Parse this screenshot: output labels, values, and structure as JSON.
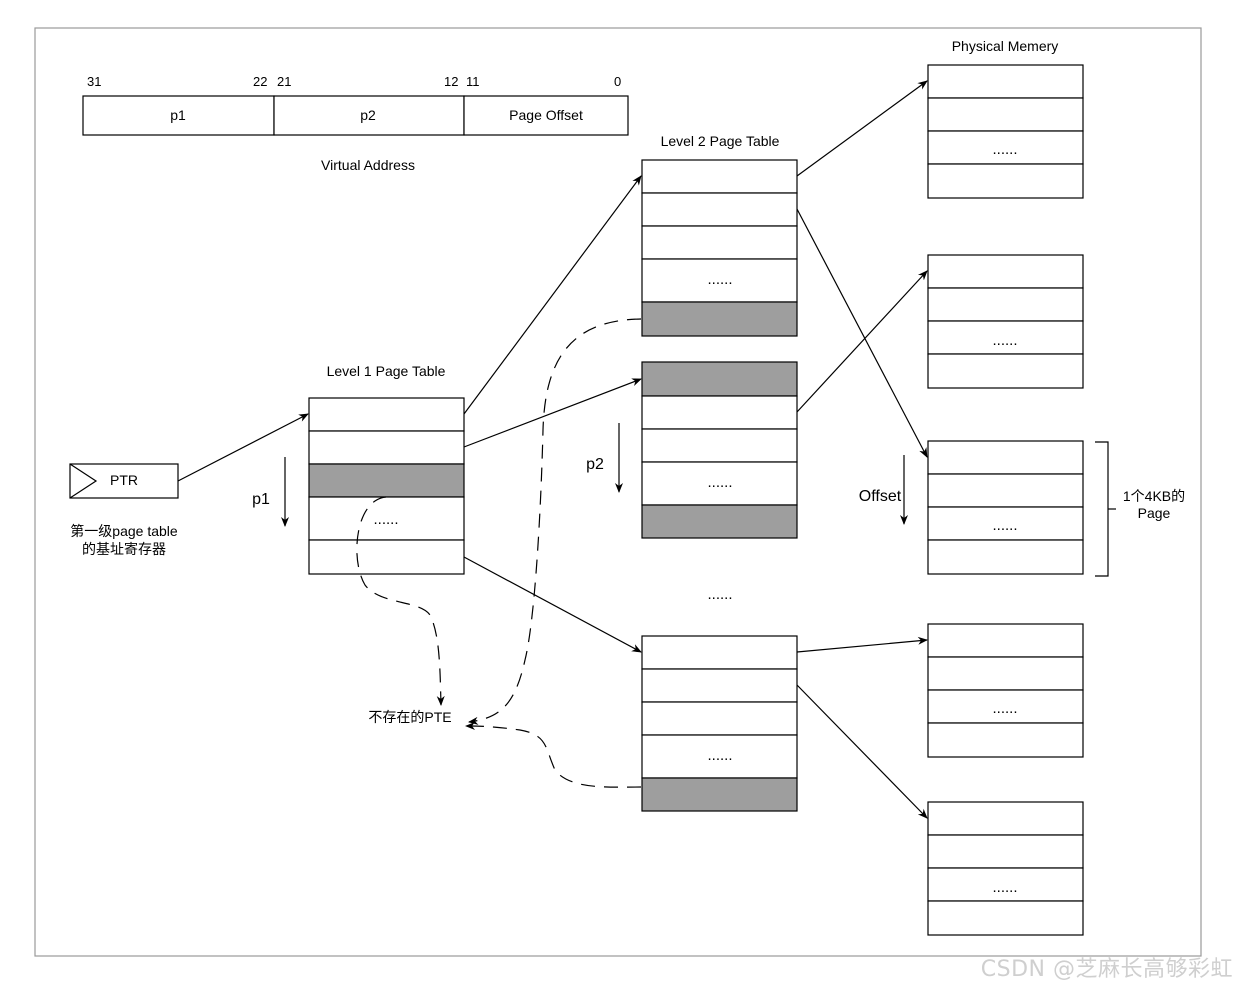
{
  "virtual_address": {
    "caption": "Virtual Address",
    "bit_labels": [
      "31",
      "22",
      "21",
      "12",
      "11",
      "0"
    ],
    "fields": [
      "p1",
      "p2",
      "Page Offset"
    ]
  },
  "ptr": {
    "label": "PTR",
    "caption_line1": "第一级page table",
    "caption_line2": "的基址寄存器"
  },
  "level1": {
    "title": "Level 1 Page Table",
    "ellipsis": "......",
    "index_label": "p1"
  },
  "level2": {
    "title": "Level 2 Page Table",
    "ellipsis": "......",
    "index_label": "p2",
    "between_ellipsis": "......"
  },
  "physical": {
    "title": "Physical Memery",
    "ellipsis": "......",
    "offset_label": "Offset",
    "page_note_line1": "1个4KB的",
    "page_note_line2": "Page"
  },
  "missing_pte": {
    "label": "不存在的PTE"
  },
  "watermark": "CSDN @芝麻长高够彩虹"
}
